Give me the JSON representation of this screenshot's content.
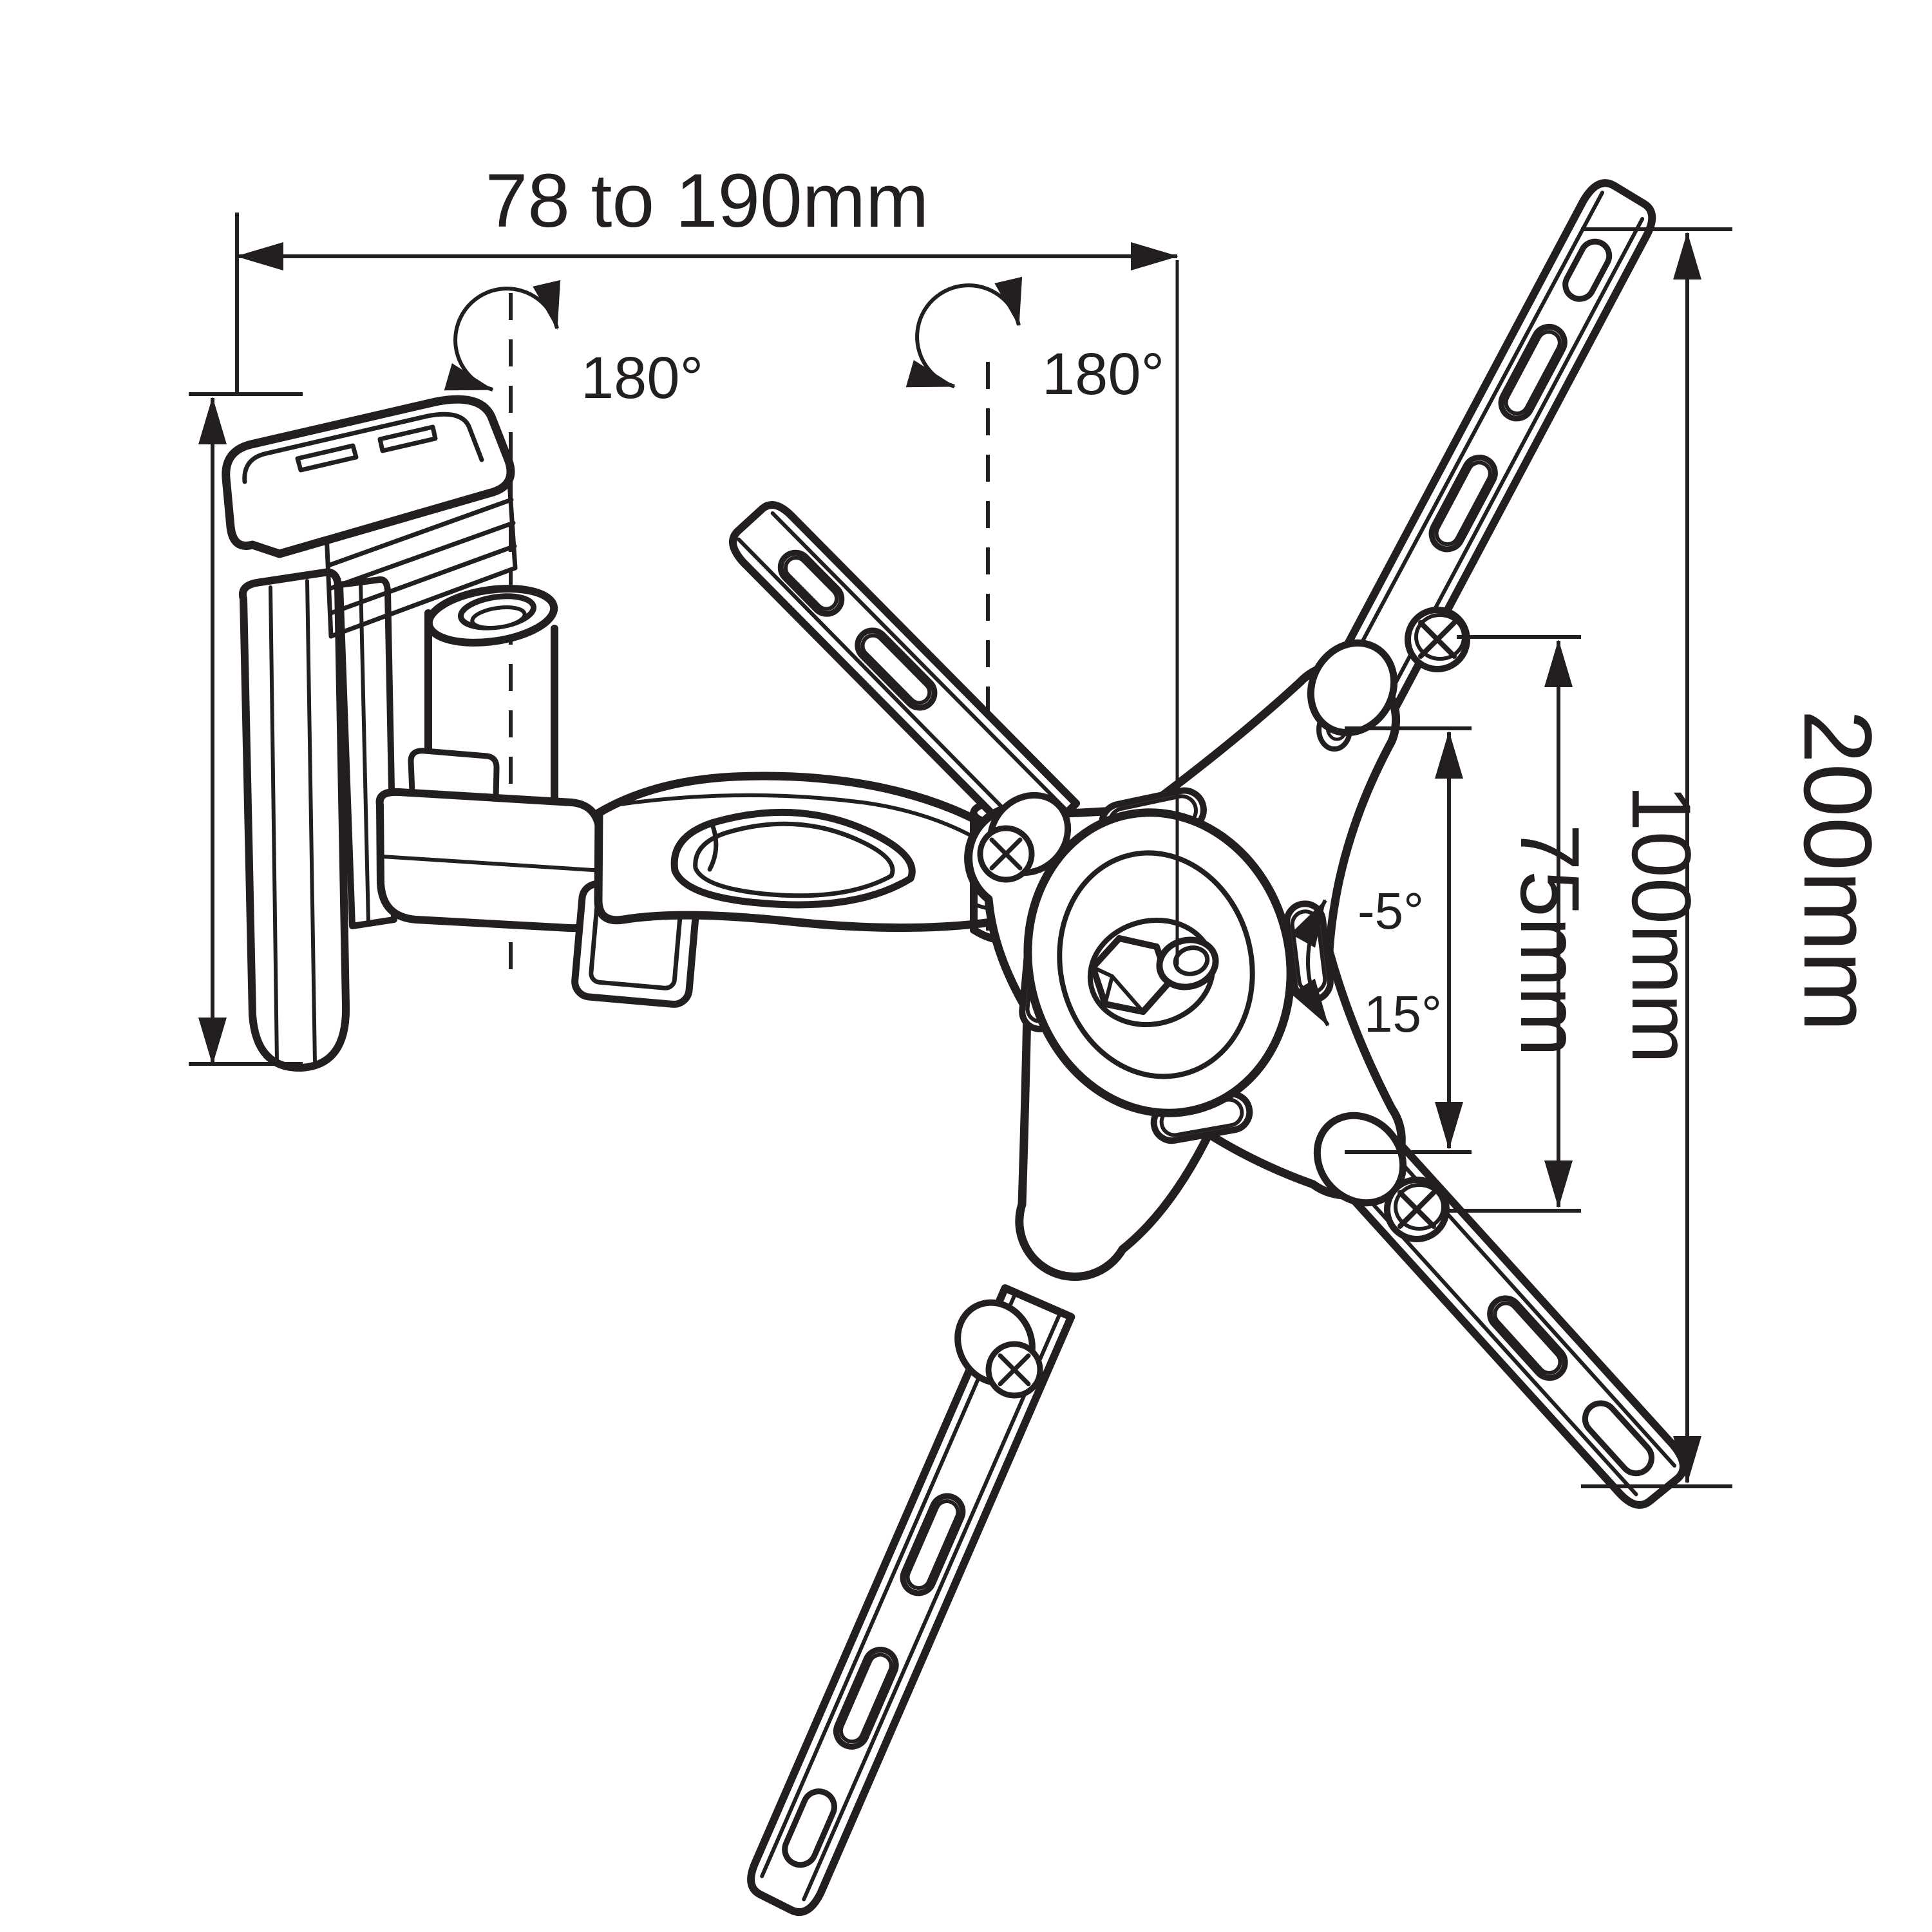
{
  "figure": {
    "background_color": "#ffffff",
    "line_color": "#231f20"
  },
  "dimensions": {
    "extension_range": {
      "label": "78 to 190mm"
    },
    "plate_height": {
      "label": "200mm"
    },
    "vesa_100": {
      "label": "100mm"
    },
    "vesa_75": {
      "label": "75mm"
    }
  },
  "angles": {
    "wall_swivel": {
      "label": "180°"
    },
    "elbow_swivel": {
      "label": "180°"
    },
    "tilt_up": {
      "label": "-5°"
    },
    "tilt_down": {
      "label": "15°"
    }
  }
}
